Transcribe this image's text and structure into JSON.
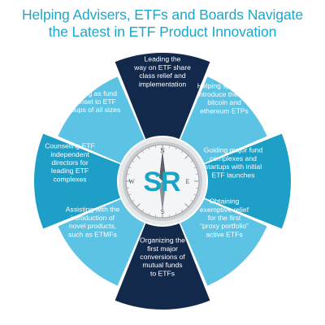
{
  "title": {
    "line1": "Helping Advisers, ETFs and Boards Navigate",
    "line2": "the Latest in ETF Product Innovation"
  },
  "logo": "SR",
  "compass": {
    "north": "N",
    "south": "S",
    "east": "E",
    "west": "W"
  },
  "colors": {
    "title": "#1aa7c9",
    "dark_navy": "#13294b",
    "teal": "#1d9fc7",
    "light_teal": "#5cc3e4",
    "logo": "#1aa3c4"
  },
  "segments": [
    {
      "id": "top",
      "lines": [
        "Leading the",
        "way on ETF share",
        "class relief and",
        "implementation"
      ],
      "color": "#13294b"
    },
    {
      "id": "top-right",
      "lines": [
        "Helping sponsors",
        "introduce the first",
        "bitcoin and",
        "ethereum ETPs"
      ],
      "color": "#5cc3e4"
    },
    {
      "id": "right",
      "lines": [
        "Guiding major fund",
        "complexes and",
        "startups with initial",
        "ETF launches"
      ],
      "color": "#1d9fc7"
    },
    {
      "id": "bottom-right",
      "lines": [
        "Obtaining",
        "exemptive relief",
        "for the first",
        "“proxy portfolio”",
        "active ETFs"
      ],
      "color": "#5cc3e4"
    },
    {
      "id": "bottom",
      "lines": [
        "Organizing the",
        "first major",
        "conversions of",
        "mutual funds",
        "to ETFs"
      ],
      "color": "#13294b"
    },
    {
      "id": "bottom-left",
      "lines": [
        "Assisting with the",
        "introduction of",
        "novel products,",
        "such as ETMFs"
      ],
      "color": "#5cc3e4"
    },
    {
      "id": "left",
      "lines": [
        "Counseling ETF",
        "independent",
        "directors for",
        "leading ETF",
        "complexes"
      ],
      "color": "#1d9fc7"
    },
    {
      "id": "top-left",
      "lines": [
        "Serving as fund",
        "counsel to ETF",
        "groups of all sizes"
      ],
      "color": "#5cc3e4"
    }
  ]
}
